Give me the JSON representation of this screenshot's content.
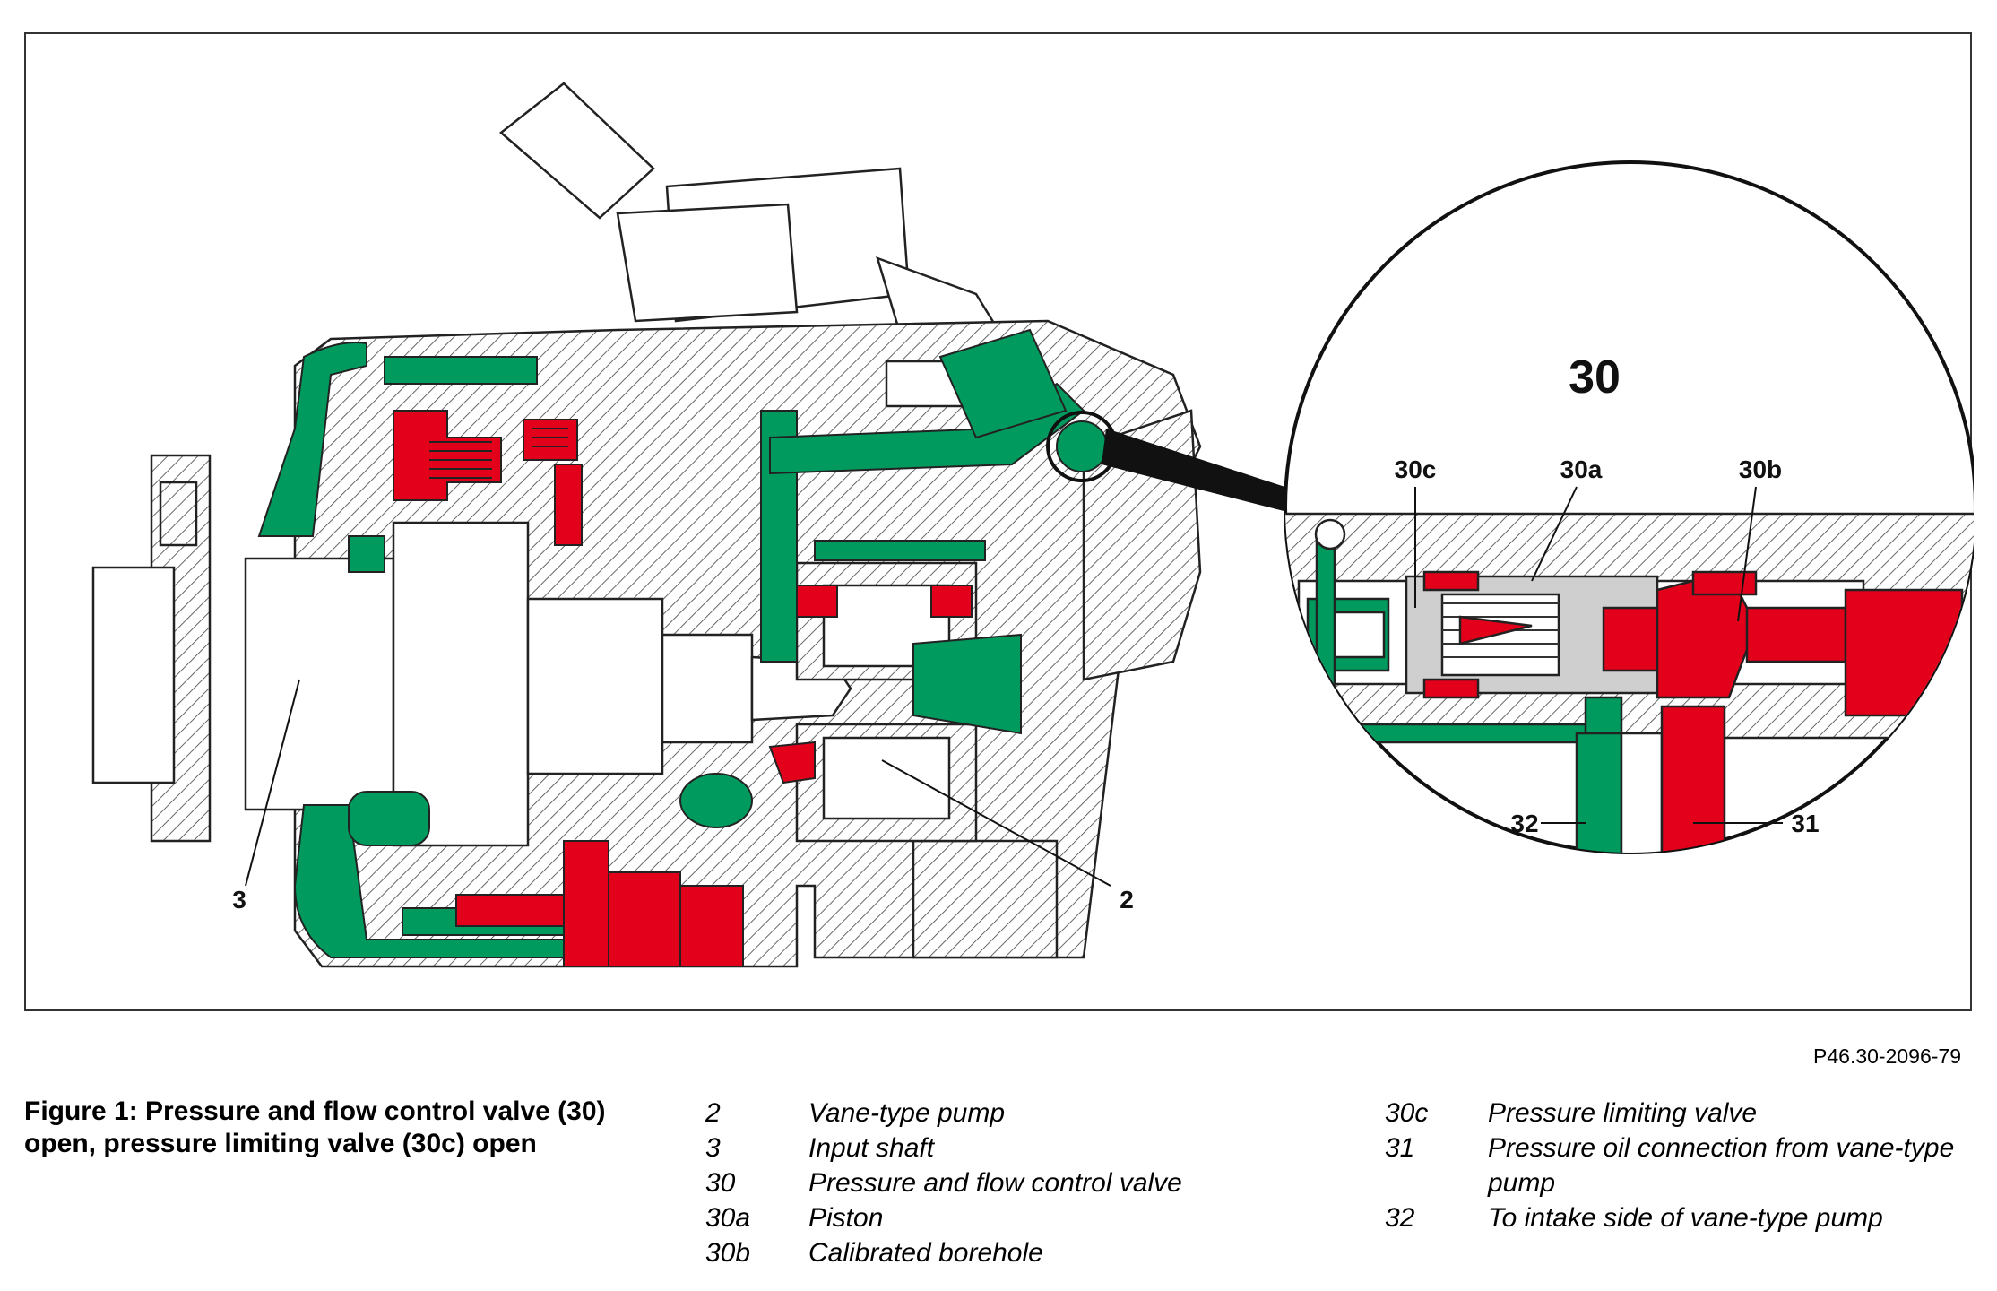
{
  "figure_id": "P46.30-2096-79",
  "caption": "Figure 1: Pressure and flow control valve (30) open, pressure limiting valve (30c) open",
  "callouts": {
    "c2": "2",
    "c3": "3",
    "c30": "30",
    "c30a": "30a",
    "c30b": "30b",
    "c30c": "30c",
    "c31": "31",
    "c32": "32"
  },
  "legend_left": [
    {
      "num": "2",
      "text": "Vane-type pump"
    },
    {
      "num": "3",
      "text": "Input shaft"
    },
    {
      "num": "30",
      "text": "Pressure and flow control valve"
    },
    {
      "num": "30a",
      "text": "Piston"
    },
    {
      "num": "30b",
      "text": "Calibrated borehole"
    }
  ],
  "legend_right": [
    {
      "num": "30c",
      "text": "Pressure limiting valve"
    },
    {
      "num": "31",
      "text": "Pressure oil connection from vane-type pump"
    },
    {
      "num": "32",
      "text": "To intake side of vane-type pump"
    }
  ],
  "colors": {
    "pressure_oil": "#e3001b",
    "intake_oil": "#009a5e",
    "hatch": "#555555",
    "outline": "#222222"
  }
}
